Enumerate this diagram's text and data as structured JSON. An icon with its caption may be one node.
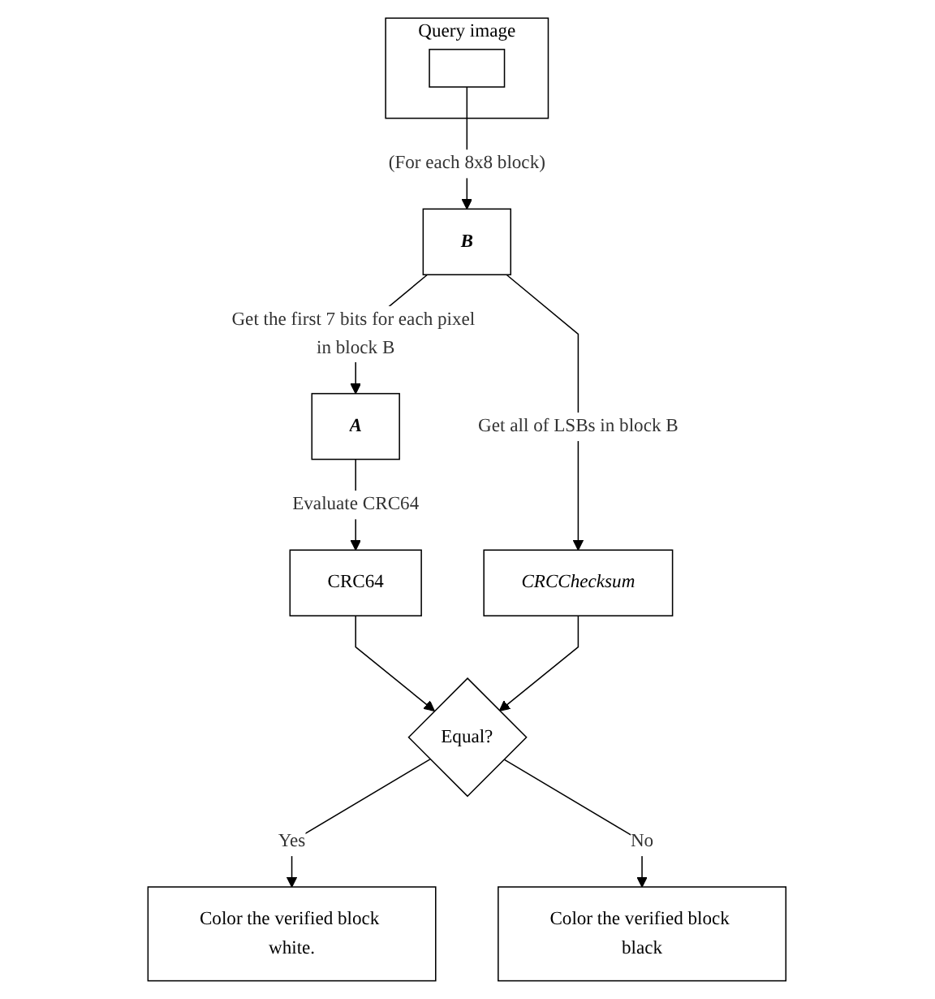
{
  "diagram": {
    "nodes": [
      {
        "text": [
          "Query image"
        ]
      },
      {
        "text": [],
        "shape": "box",
        "in": 0
      },
      {
        "text": [
          "B"
        ]
      },
      {
        "text": [
          "A"
        ]
      },
      {
        "text": [
          "CRCChecksum"
        ]
      },
      {
        "text": [
          "CRC64"
        ]
      },
      {
        "text": [
          "Equal?"
        ]
      },
      {
        "text": [
          "Color the verified block white."
        ]
      },
      {
        "text": [
          "Color the verified block black"
        ]
      }
    ],
    "edges": [
      {
        "from": 1,
        "to": 2,
        "arrow": "to",
        "label": "(For each 8x8 block)"
      },
      {
        "from": 2,
        "to": 3,
        "arrow": "to",
        "label": "Get the first 7 bits for each pixel in block B"
      },
      {
        "from": 2,
        "to": 4,
        "arrow": "to",
        "label": "Get all of LSBs in block B"
      },
      {
        "from": 3,
        "to": 5,
        "arrow": "to",
        "label": "Evaluate CRC64"
      },
      {
        "from": 5,
        "to": 6,
        "arrow": "to"
      },
      {
        "from": 4,
        "to": 6,
        "arrow": "to"
      },
      {
        "from": 6,
        "to": 7,
        "arrow": "to",
        "label": "Yes"
      },
      {
        "from": 6,
        "to": 8,
        "arrow": "to",
        "label": "No"
      }
    ]
  }
}
